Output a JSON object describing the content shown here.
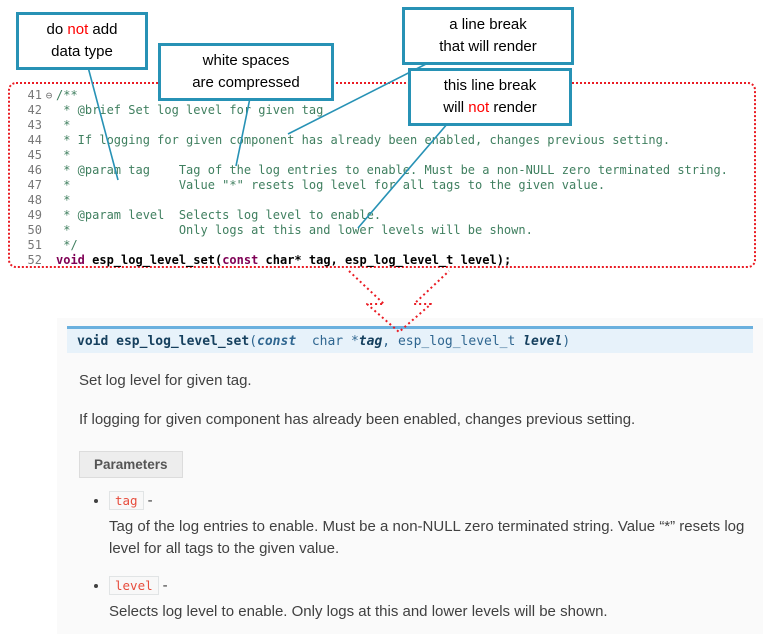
{
  "colors": {
    "callout_border": "#2792b5",
    "highlight_red": "#ff0000",
    "code_border_red": "#ea1c24",
    "comment_green": "#3F7F5F",
    "keyword_purple": "#7f0055",
    "sig_border_blue": "#6ab0de",
    "sig_bg": "#e7f2fa",
    "literal_red": "#e74c3c"
  },
  "callouts": {
    "c1": {
      "line1_pre": "do ",
      "line1_hl": "not",
      "line1_post": " add",
      "line2": "data type"
    },
    "c2": {
      "line1": "white spaces",
      "line2": "are  compressed"
    },
    "c3": {
      "line1": "a line break",
      "line2": "that will render"
    },
    "c4": {
      "line1": "this line break",
      "line2_pre": "will ",
      "line2_hl": "not",
      "line2_post": " render"
    }
  },
  "code": {
    "lines": [
      {
        "num": "41",
        "fold": "⊖",
        "text": "/**"
      },
      {
        "num": "42",
        "text": " * @brief Set log level for given tag"
      },
      {
        "num": "43",
        "text": " *"
      },
      {
        "num": "44",
        "text": " * If logging for given component has already been enabled, changes previous setting."
      },
      {
        "num": "45",
        "text": " *"
      },
      {
        "num": "46",
        "text": " * @param tag    Tag of the log entries to enable. Must be a non-NULL zero terminated string."
      },
      {
        "num": "47",
        "text": " *               Value \"*\" resets log level for all tags to the given value."
      },
      {
        "num": "48",
        "text": " *"
      },
      {
        "num": "49",
        "text": " * @param level  Selects log level to enable."
      },
      {
        "num": "50",
        "text": " *               Only logs at this and lower levels will be shown."
      },
      {
        "num": "51",
        "text": " */"
      }
    ],
    "line52": {
      "num": "52",
      "kw1": "void",
      "name": " esp_log_level_set(",
      "kw2": "const",
      "rest": " char* tag, esp_log_level_t level);"
    }
  },
  "doc": {
    "signature": {
      "ret": "void ",
      "name": "esp_log_level_set",
      "open": "(",
      "kw": "const",
      "type1": "  char *",
      "p1": "tag",
      "sep": ", ",
      "type2": "esp_log_level_t ",
      "p2": "level",
      "close": ")"
    },
    "para1": "Set log level for given tag.",
    "para2": "If logging for given component has already been enabled, changes previous setting.",
    "params_label": "Parameters",
    "items": [
      {
        "name": "tag",
        "dash": "-",
        "desc": "Tag of the log entries to enable. Must be a non-NULL zero terminated string. Value “*” resets log level for all tags to the given value."
      },
      {
        "name": "level",
        "dash": "-",
        "desc": "Selects log level to enable. Only logs at this and lower levels will be shown."
      }
    ]
  }
}
